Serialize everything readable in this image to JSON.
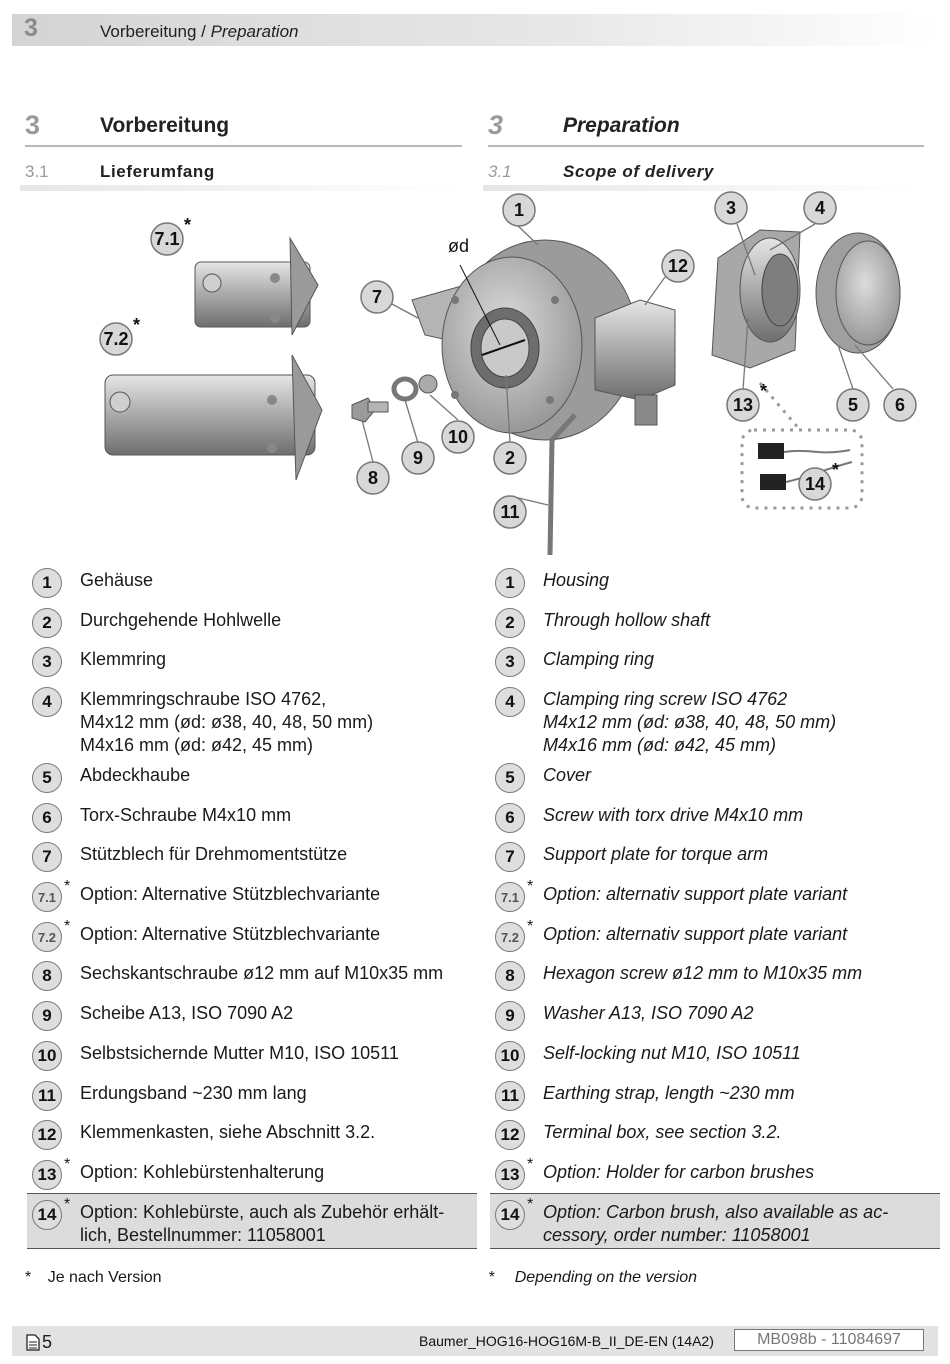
{
  "header": {
    "chapter": "3",
    "title_de": "Vorbereitung",
    "sep": "/",
    "title_en": "Preparation"
  },
  "left": {
    "chapter": "3",
    "title": "Vorbereitung",
    "section_num": "3.1",
    "section_title": "Lieferumfang",
    "items": [
      {
        "num": "1",
        "text": "Gehäuse"
      },
      {
        "num": "2",
        "text": "Durchgehende Hohlwelle"
      },
      {
        "num": "3",
        "text": "Klemmring"
      },
      {
        "num": "4",
        "text": "Klemmringschraube ISO 4762,",
        "text2": "M4x12 mm (ød: ø38, 40, 48, 50 mm)",
        "text3": "M4x16 mm (ød: ø42, 45 mm)"
      },
      {
        "num": "5",
        "text": "Abdeckhaube"
      },
      {
        "num": "6",
        "text": "Torx-Schraube M4x10 mm"
      },
      {
        "num": "7",
        "text": "Stützblech für Drehmomentstütze"
      },
      {
        "num": "7.1",
        "text": "Option: Alternative Stützblechvariante"
      },
      {
        "num": "7.2",
        "text": "Option: Alternative Stützblechvariante"
      },
      {
        "num": "8",
        "text": "Sechskantschraube ø12 mm auf M10x35 mm"
      },
      {
        "num": "9",
        "text": "Scheibe A13, ISO 7090 A2"
      },
      {
        "num": "10",
        "text": "Selbstsichernde Mutter M10, ISO 10511"
      },
      {
        "num": "11",
        "text": "Erdungsband ~230 mm lang"
      },
      {
        "num": "12",
        "text": "Klemmenkasten, siehe Abschnitt 3.2."
      },
      {
        "num": "13",
        "text": "Option: Kohlebürstenhalterung"
      },
      {
        "num": "14",
        "text": "Option: Kohlebürste, auch als Zubehör erhält-",
        "text2": "lich, Bestellnummer: 11058001"
      }
    ],
    "footnote_mark": "*",
    "footnote": "Je nach Version"
  },
  "right": {
    "chapter": "3",
    "title": "Preparation",
    "section_num": "3.1",
    "section_title": "Scope of delivery",
    "items": [
      {
        "num": "1",
        "text": "Housing"
      },
      {
        "num": "2",
        "text": "Through hollow shaft"
      },
      {
        "num": "3",
        "text": "Clamping ring"
      },
      {
        "num": "4",
        "text": "Clamping ring screw ISO 4762",
        "text2": "M4x12 mm (ød: ø38, 40, 48, 50 mm)",
        "text3": "M4x16 mm (ød: ø42, 45 mm)"
      },
      {
        "num": "5",
        "text": "Cover"
      },
      {
        "num": "6",
        "text": "Screw with torx drive M4x10 mm"
      },
      {
        "num": "7",
        "text": "Support plate for torque arm"
      },
      {
        "num": "7.1",
        "text": "Option: alternativ support plate variant"
      },
      {
        "num": "7.2",
        "text": "Option: alternativ support plate variant"
      },
      {
        "num": "8",
        "text": "Hexagon screw ø12 mm to M10x35 mm"
      },
      {
        "num": "9",
        "text": "Washer A13, ISO 7090 A2"
      },
      {
        "num": "10",
        "text": "Self-locking nut M10, ISO 10511"
      },
      {
        "num": "11",
        "text": "Earthing strap, length ~230 mm"
      },
      {
        "num": "12",
        "text": "Terminal box, see section 3.2."
      },
      {
        "num": "13",
        "text": "Option: Holder for carbon brushes"
      },
      {
        "num": "14",
        "text": "Option: Carbon brush, also available as ac-",
        "text2": "cessory, order number: 11058001"
      }
    ],
    "footnote_mark": "*",
    "footnote": "Depending on the version"
  },
  "figure": {
    "diameter_label": "ød",
    "star": "*",
    "callouts": [
      "7.1",
      "7.2",
      "1",
      "7",
      "8",
      "9",
      "10",
      "2",
      "11",
      "12",
      "3",
      "4",
      "13",
      "5",
      "6",
      "14"
    ]
  },
  "footer": {
    "page": "5",
    "page_icon": "document-icon",
    "doc": "Baumer_HOG16-HOG16M-B_II_DE-EN (14A2)",
    "code": "MB098b - 11084697"
  }
}
